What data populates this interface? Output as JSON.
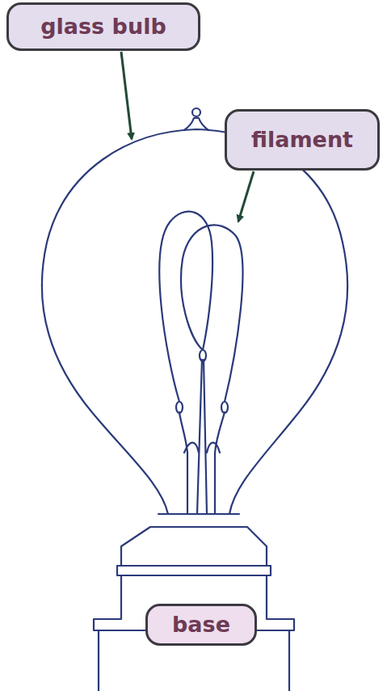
{
  "diagram": {
    "nodes": [
      {
        "text": [
          "glass bulb"
        ]
      },
      {
        "text": [
          "filament"
        ]
      },
      {
        "text": [
          "base"
        ]
      }
    ]
  }
}
